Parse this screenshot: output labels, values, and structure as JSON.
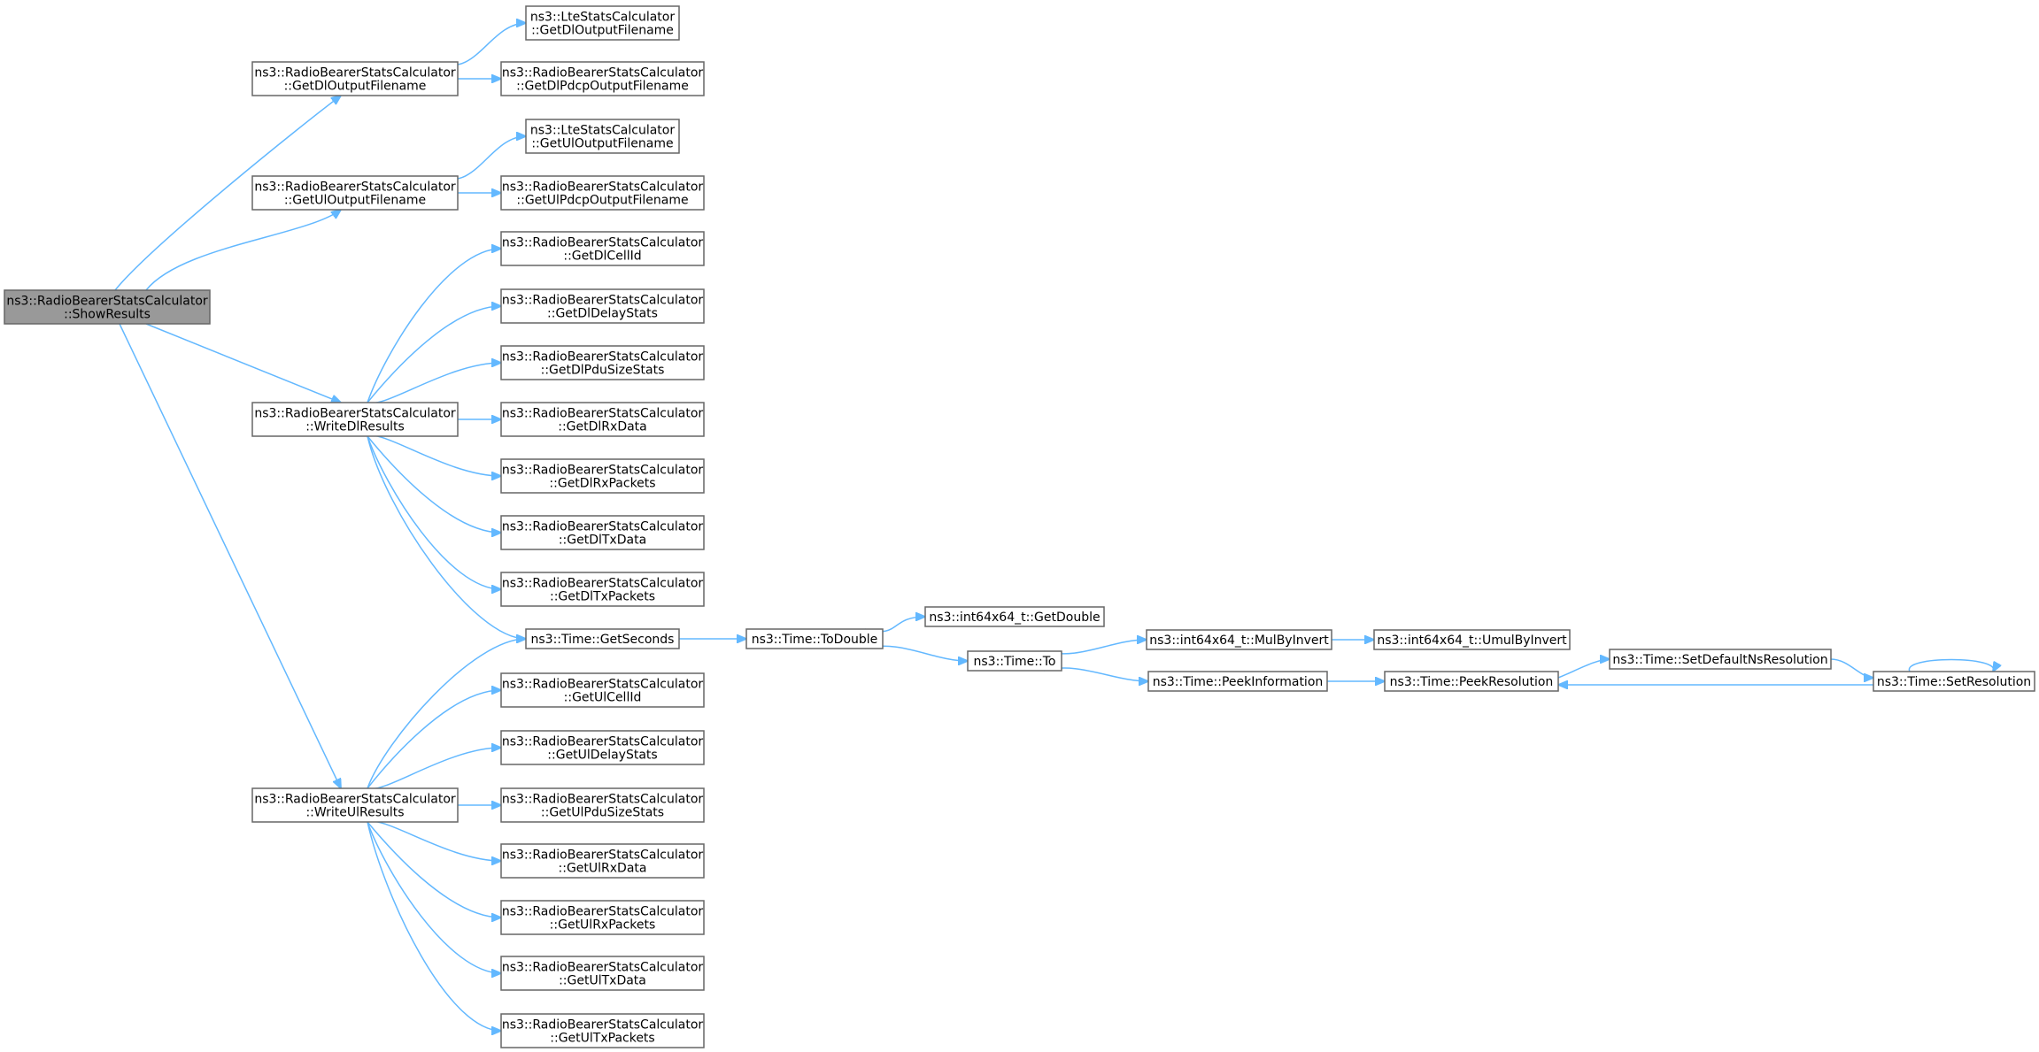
{
  "graph": {
    "nodes": [
      {
        "id": "root",
        "lines": [
          "ns3::RadioBearerStatsCalculator",
          "::ShowResults"
        ],
        "root": true
      },
      {
        "id": "getdlout",
        "lines": [
          "ns3::RadioBearerStatsCalculator",
          "::GetDlOutputFilename"
        ]
      },
      {
        "id": "getulout",
        "lines": [
          "ns3::RadioBearerStatsCalculator",
          "::GetUlOutputFilename"
        ]
      },
      {
        "id": "writedl",
        "lines": [
          "ns3::RadioBearerStatsCalculator",
          "::WriteDlResults"
        ]
      },
      {
        "id": "writeul",
        "lines": [
          "ns3::RadioBearerStatsCalculator",
          "::WriteUlResults"
        ]
      },
      {
        "id": "lte_dl",
        "lines": [
          "ns3::LteStatsCalculator",
          "::GetDlOutputFilename"
        ]
      },
      {
        "id": "dlpdcp",
        "lines": [
          "ns3::RadioBearerStatsCalculator",
          "::GetDlPdcpOutputFilename"
        ]
      },
      {
        "id": "lte_ul",
        "lines": [
          "ns3::LteStatsCalculator",
          "::GetUlOutputFilename"
        ]
      },
      {
        "id": "ulpdcp",
        "lines": [
          "ns3::RadioBearerStatsCalculator",
          "::GetUlPdcpOutputFilename"
        ]
      },
      {
        "id": "dlcell",
        "lines": [
          "ns3::RadioBearerStatsCalculator",
          "::GetDlCellId"
        ]
      },
      {
        "id": "dldelay",
        "lines": [
          "ns3::RadioBearerStatsCalculator",
          "::GetDlDelayStats"
        ]
      },
      {
        "id": "dlpdu",
        "lines": [
          "ns3::RadioBearerStatsCalculator",
          "::GetDlPduSizeStats"
        ]
      },
      {
        "id": "dlrxdata",
        "lines": [
          "ns3::RadioBearerStatsCalculator",
          "::GetDlRxData"
        ]
      },
      {
        "id": "dlrxpk",
        "lines": [
          "ns3::RadioBearerStatsCalculator",
          "::GetDlRxPackets"
        ]
      },
      {
        "id": "dltxdata",
        "lines": [
          "ns3::RadioBearerStatsCalculator",
          "::GetDlTxData"
        ]
      },
      {
        "id": "dltxpk",
        "lines": [
          "ns3::RadioBearerStatsCalculator",
          "::GetDlTxPackets"
        ]
      },
      {
        "id": "getsec",
        "lines": [
          "ns3::Time::GetSeconds"
        ]
      },
      {
        "id": "ulcell",
        "lines": [
          "ns3::RadioBearerStatsCalculator",
          "::GetUlCellId"
        ]
      },
      {
        "id": "uldelay",
        "lines": [
          "ns3::RadioBearerStatsCalculator",
          "::GetUlDelayStats"
        ]
      },
      {
        "id": "ulpdu",
        "lines": [
          "ns3::RadioBearerStatsCalculator",
          "::GetUlPduSizeStats"
        ]
      },
      {
        "id": "ulrxdata",
        "lines": [
          "ns3::RadioBearerStatsCalculator",
          "::GetUlRxData"
        ]
      },
      {
        "id": "ulrxpk",
        "lines": [
          "ns3::RadioBearerStatsCalculator",
          "::GetUlRxPackets"
        ]
      },
      {
        "id": "ultxdata",
        "lines": [
          "ns3::RadioBearerStatsCalculator",
          "::GetUlTxData"
        ]
      },
      {
        "id": "ultxpk",
        "lines": [
          "ns3::RadioBearerStatsCalculator",
          "::GetUlTxPackets"
        ]
      },
      {
        "id": "todouble",
        "lines": [
          "ns3::Time::ToDouble"
        ]
      },
      {
        "id": "getdouble",
        "lines": [
          "ns3::int64x64_t::GetDouble"
        ]
      },
      {
        "id": "to",
        "lines": [
          "ns3::Time::To"
        ]
      },
      {
        "id": "mulbyinv",
        "lines": [
          "ns3::int64x64_t::MulByInvert"
        ]
      },
      {
        "id": "umulbyinv",
        "lines": [
          "ns3::int64x64_t::UmulByInvert"
        ]
      },
      {
        "id": "peekinfo",
        "lines": [
          "ns3::Time::PeekInformation"
        ]
      },
      {
        "id": "peekres",
        "lines": [
          "ns3::Time::PeekResolution"
        ]
      },
      {
        "id": "setdefres",
        "lines": [
          "ns3::Time::SetDefaultNsResolution"
        ]
      },
      {
        "id": "setres",
        "lines": [
          "ns3::Time::SetResolution"
        ]
      }
    ],
    "edges": [
      [
        "root",
        "getdlout"
      ],
      [
        "root",
        "getulout"
      ],
      [
        "root",
        "writedl"
      ],
      [
        "root",
        "writeul"
      ],
      [
        "getdlout",
        "lte_dl"
      ],
      [
        "getdlout",
        "dlpdcp"
      ],
      [
        "getulout",
        "lte_ul"
      ],
      [
        "getulout",
        "ulpdcp"
      ],
      [
        "writedl",
        "dlcell"
      ],
      [
        "writedl",
        "dldelay"
      ],
      [
        "writedl",
        "dlpdu"
      ],
      [
        "writedl",
        "dlrxdata"
      ],
      [
        "writedl",
        "dlrxpk"
      ],
      [
        "writedl",
        "dltxdata"
      ],
      [
        "writedl",
        "dltxpk"
      ],
      [
        "writedl",
        "getsec"
      ],
      [
        "writeul",
        "getsec"
      ],
      [
        "writeul",
        "ulcell"
      ],
      [
        "writeul",
        "uldelay"
      ],
      [
        "writeul",
        "ulpdu"
      ],
      [
        "writeul",
        "ulrxdata"
      ],
      [
        "writeul",
        "ulrxpk"
      ],
      [
        "writeul",
        "ultxdata"
      ],
      [
        "writeul",
        "ultxpk"
      ],
      [
        "getsec",
        "todouble"
      ],
      [
        "todouble",
        "getdouble"
      ],
      [
        "todouble",
        "to"
      ],
      [
        "to",
        "mulbyinv"
      ],
      [
        "to",
        "peekinfo"
      ],
      [
        "mulbyinv",
        "umulbyinv"
      ],
      [
        "peekinfo",
        "peekres"
      ],
      [
        "peekres",
        "setdefres"
      ],
      [
        "setdefres",
        "setres"
      ],
      [
        "setres",
        "peekres"
      ],
      [
        "setres",
        "setres"
      ]
    ]
  }
}
